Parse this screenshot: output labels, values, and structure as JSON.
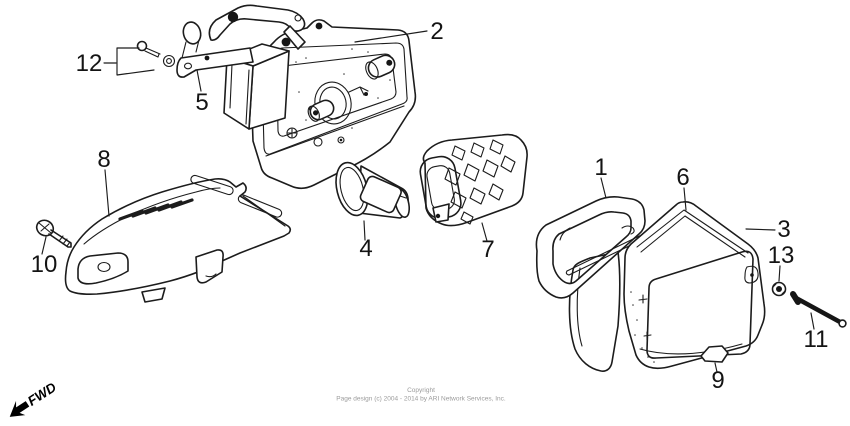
{
  "diagram": {
    "callouts": [
      {
        "label": "1"
      },
      {
        "label": "2"
      },
      {
        "label": "3"
      },
      {
        "label": "4"
      },
      {
        "label": "5"
      },
      {
        "label": "6"
      },
      {
        "label": "7"
      },
      {
        "label": "8"
      },
      {
        "label": "9"
      },
      {
        "label": "10"
      },
      {
        "label": "11"
      },
      {
        "label": "12"
      },
      {
        "label": "13"
      }
    ]
  },
  "footer": {
    "line1": "Copyright",
    "line2": "Page design (c) 2004 - 2014 by ARI Network Services, Inc."
  },
  "fwd": {
    "label": "FWD"
  },
  "colors": {
    "background": "#ffffff",
    "line": "#1c1c1c",
    "label_text": "#141414",
    "footer_text": "#9b9b9b"
  }
}
